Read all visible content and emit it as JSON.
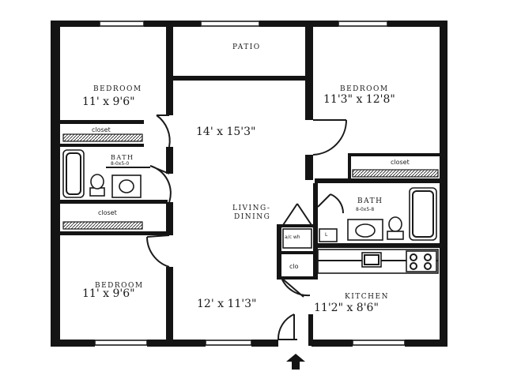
{
  "patio": {
    "label": "PATIO"
  },
  "bedroom_nw": {
    "label": "BEDROOM",
    "size": "11' x 9'6\""
  },
  "bedroom_ne": {
    "label": "BEDROOM",
    "size": "11'3\" x 12'8\""
  },
  "bedroom_sw": {
    "label": "BEDROOM",
    "size": "11' x 9'6\""
  },
  "living": {
    "size_top": "14' x 15'3\"",
    "label_line1": "LIVING-",
    "label_line2": "DINING",
    "size_bottom": "12' x 11'3\""
  },
  "closet_w_top": {
    "label": "closet"
  },
  "closet_w_mid": {
    "label": "closet"
  },
  "closet_ne": {
    "label": "closet"
  },
  "bath_w": {
    "label": "BATH",
    "size": "8-0x5-0"
  },
  "bath_e": {
    "label": "BATH",
    "size": "8-0x5-8"
  },
  "kitchen": {
    "label": "KITCHEN",
    "size": "11'2\" x 8'6\""
  },
  "utility": {
    "ac_label": "a/c wh",
    "l_label": "L",
    "clo_label": "clo"
  },
  "colors": {
    "ink": "#141414",
    "paper": "#ffffff"
  }
}
